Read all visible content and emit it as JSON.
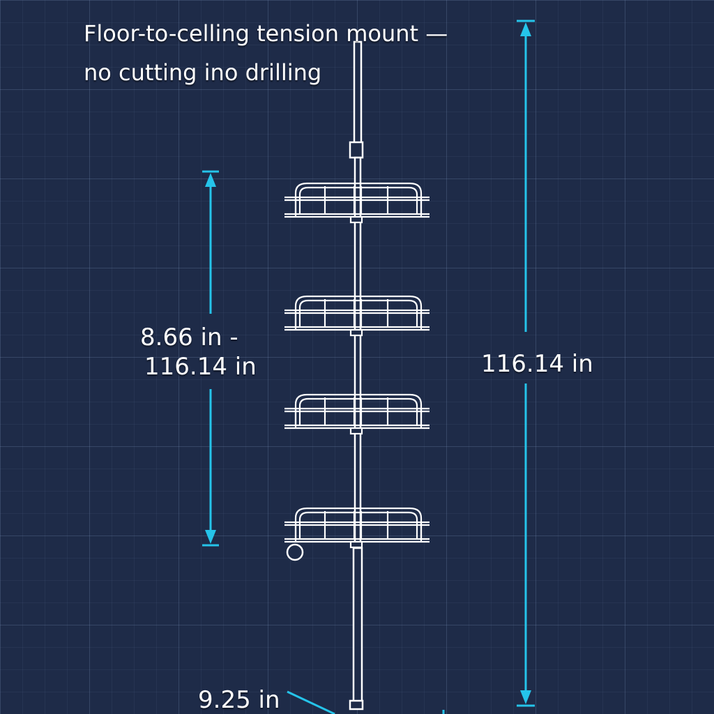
{
  "headline": {
    "line1": "Floor-to-celling tension mount —",
    "line2": "no cutting ino drilling"
  },
  "dimensions": {
    "adjustable_label_line1": "8.66 in -",
    "adjustable_label_line2": "116.14 in",
    "total_height_label": "116.14 in",
    "base_label": "9.25 in"
  },
  "caddy": {
    "shelf_count": 4
  },
  "colors": {
    "background": "#1e2b48",
    "dimension_line": "#25c4ea",
    "outline": "#ffffff",
    "pole": "#1e2b48"
  }
}
